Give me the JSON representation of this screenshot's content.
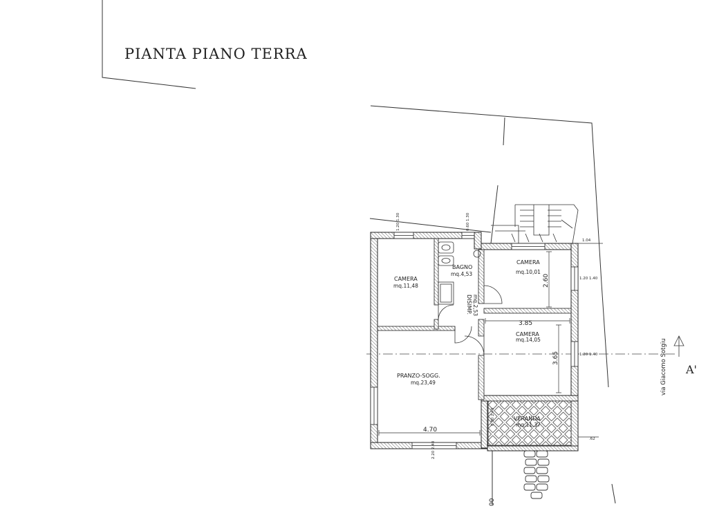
{
  "title": "PIANTA PIANO TERRA",
  "rooms": {
    "camera_w": {
      "name": "CAMERA",
      "area": "mq.11,48"
    },
    "bagno": {
      "name": "BAGNO",
      "area": "mq.4,53"
    },
    "camera_ne": {
      "name": "CAMERA",
      "area": "mq.10,01"
    },
    "disimp": {
      "name": "DISIMP.",
      "area": "mq.2,53"
    },
    "camera_e": {
      "name": "CAMERA",
      "area": "mq.14,05"
    },
    "pranzo": {
      "name": "PRANZO-SOGG.",
      "area": "mq.23,49"
    },
    "veranda": {
      "name": "VERANDA",
      "area": "mq.11,37"
    }
  },
  "dimensions": {
    "d260": "2.60",
    "d385": "3.85",
    "d365": "3.65",
    "d470": "4.70",
    "d104": "1.04",
    "d62": ".62",
    "d00": "00"
  },
  "window_notes": {
    "w1": "1.20 1.30",
    "w2": "0.60 1.30",
    "w3": "1.20 1.40",
    "w4": "1.20 1.40",
    "w5": "0.80 2.40",
    "w6": "2.20 2.40"
  },
  "street": "via Giacomo Sotgiu",
  "section_mark": "A'"
}
